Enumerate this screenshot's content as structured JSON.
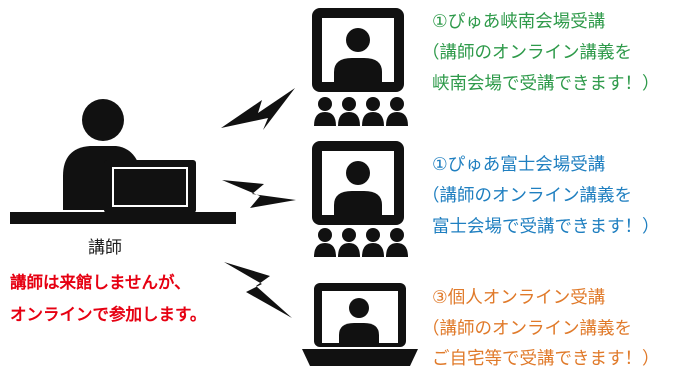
{
  "lecturer": {
    "label": "講師",
    "note_line1": "講師は来館しませんが、",
    "note_line2": "オンラインで参加します。"
  },
  "venues": [
    {
      "line1": "①ぴゅあ峡南会場受講",
      "line2": "（講師のオンライン講義を",
      "line3": "峡南会場で受講できます！）"
    },
    {
      "line1": "①ぴゅあ富士会場受講",
      "line2": "（講師のオンライン講義を",
      "line3": "富士会場で受講できます！）"
    },
    {
      "line1": "③個人オンライン受講",
      "line2": "（講師のオンライン講義を",
      "line3": "ご自宅等で受講できます！）"
    }
  ],
  "colors": {
    "venue1": "#2e9a4a",
    "venue2": "#1f7fc0",
    "venue3": "#e07a2a",
    "note": "#e60012",
    "icons": "#111111"
  },
  "icons": [
    "lecturer-icon",
    "lightning-bolt-icon",
    "screen-audience-icon",
    "laptop-icon"
  ]
}
